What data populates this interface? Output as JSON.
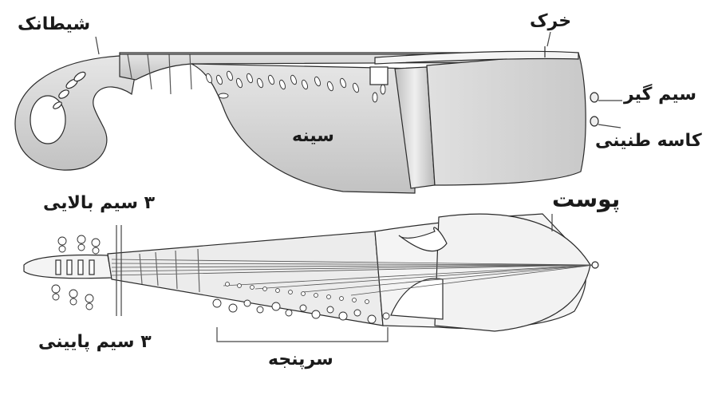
{
  "labels": {
    "scroll": "شیطانک",
    "bridge": "خرک",
    "soundboard": "سینه",
    "string_holder": "سیم گیر",
    "bowl": "کاسه طنینی",
    "skin": "پوست",
    "upper_strings": "۳ سیم بالایی",
    "lower_strings": "۳ سیم پایینی",
    "tuning_pegs": "سرپنجه"
  },
  "colors": {
    "stroke": "#2b2b2b",
    "body_fill": "#d4d4d4",
    "light_fill": "#efefef",
    "label_text": "#1a1a1a"
  }
}
